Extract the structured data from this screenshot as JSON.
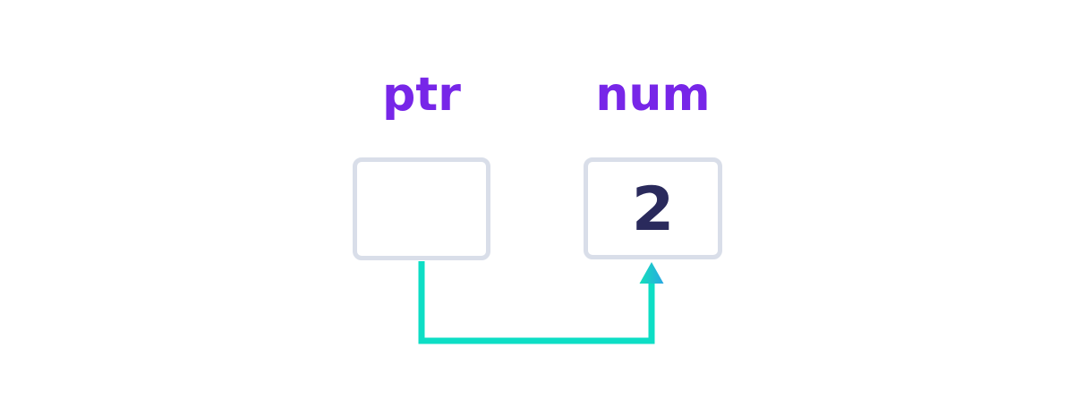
{
  "labels": {
    "ptr": "ptr",
    "num": "num"
  },
  "boxes": {
    "ptr_value": "",
    "num_value": "2"
  },
  "arrow": {
    "from": "ptr",
    "to": "num"
  },
  "colors": {
    "label": "#7726E8",
    "value": "#2A2A5C",
    "box_border": "#D9DEE9",
    "arrow": "#0DDEC5",
    "arrow_head_start": "#13E0B9",
    "arrow_head_end": "#2BA7E3",
    "background": "#FFFFFF"
  }
}
